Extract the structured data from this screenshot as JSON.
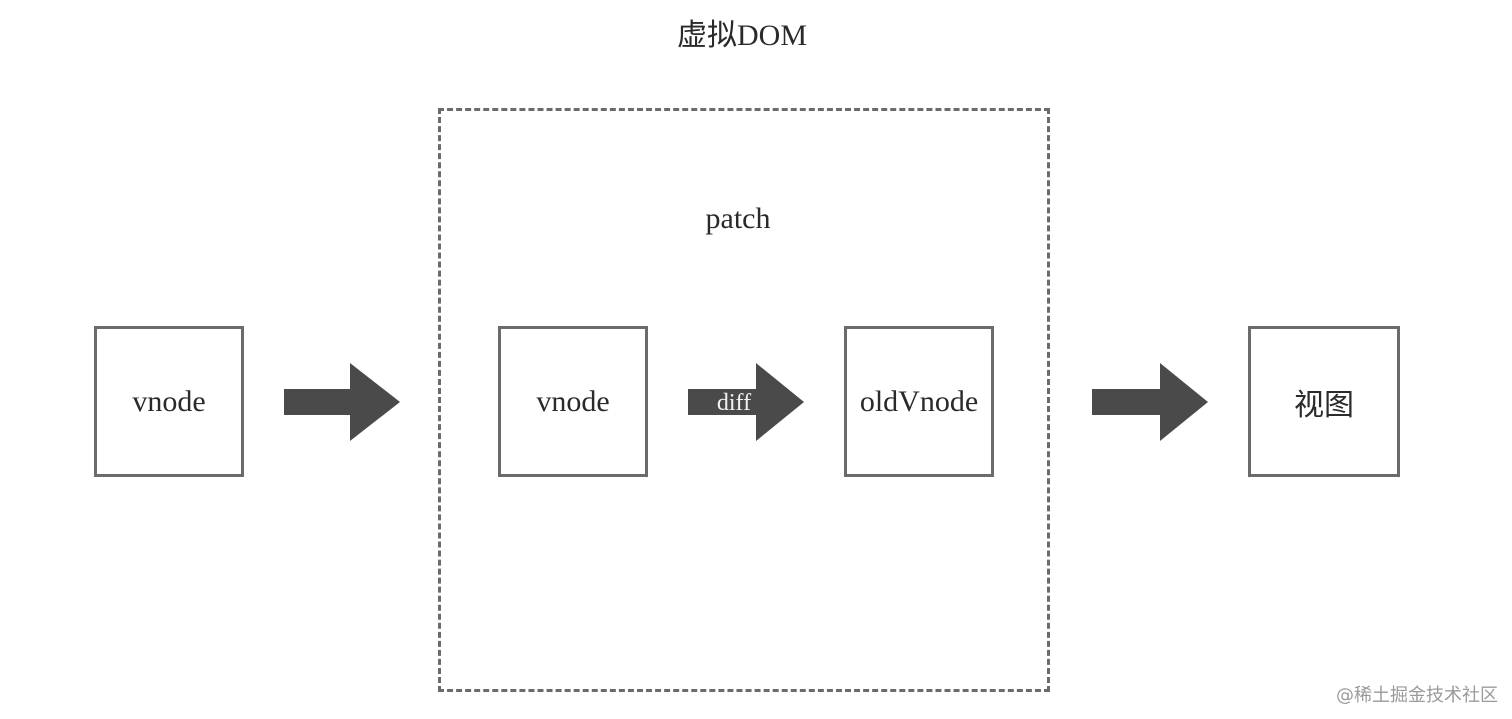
{
  "title": "虚拟DOM",
  "patch": {
    "label": "patch"
  },
  "nodes": {
    "source_vnode": "vnode",
    "new_vnode": "vnode",
    "old_vnode": "oldVnode",
    "view": "视图"
  },
  "arrows": {
    "diff_label": "diff"
  },
  "colors": {
    "border": "#6b6b6b",
    "arrow": "#4a4a4a",
    "text": "#2a2a2a"
  },
  "watermark": "@稀土掘金技术社区"
}
